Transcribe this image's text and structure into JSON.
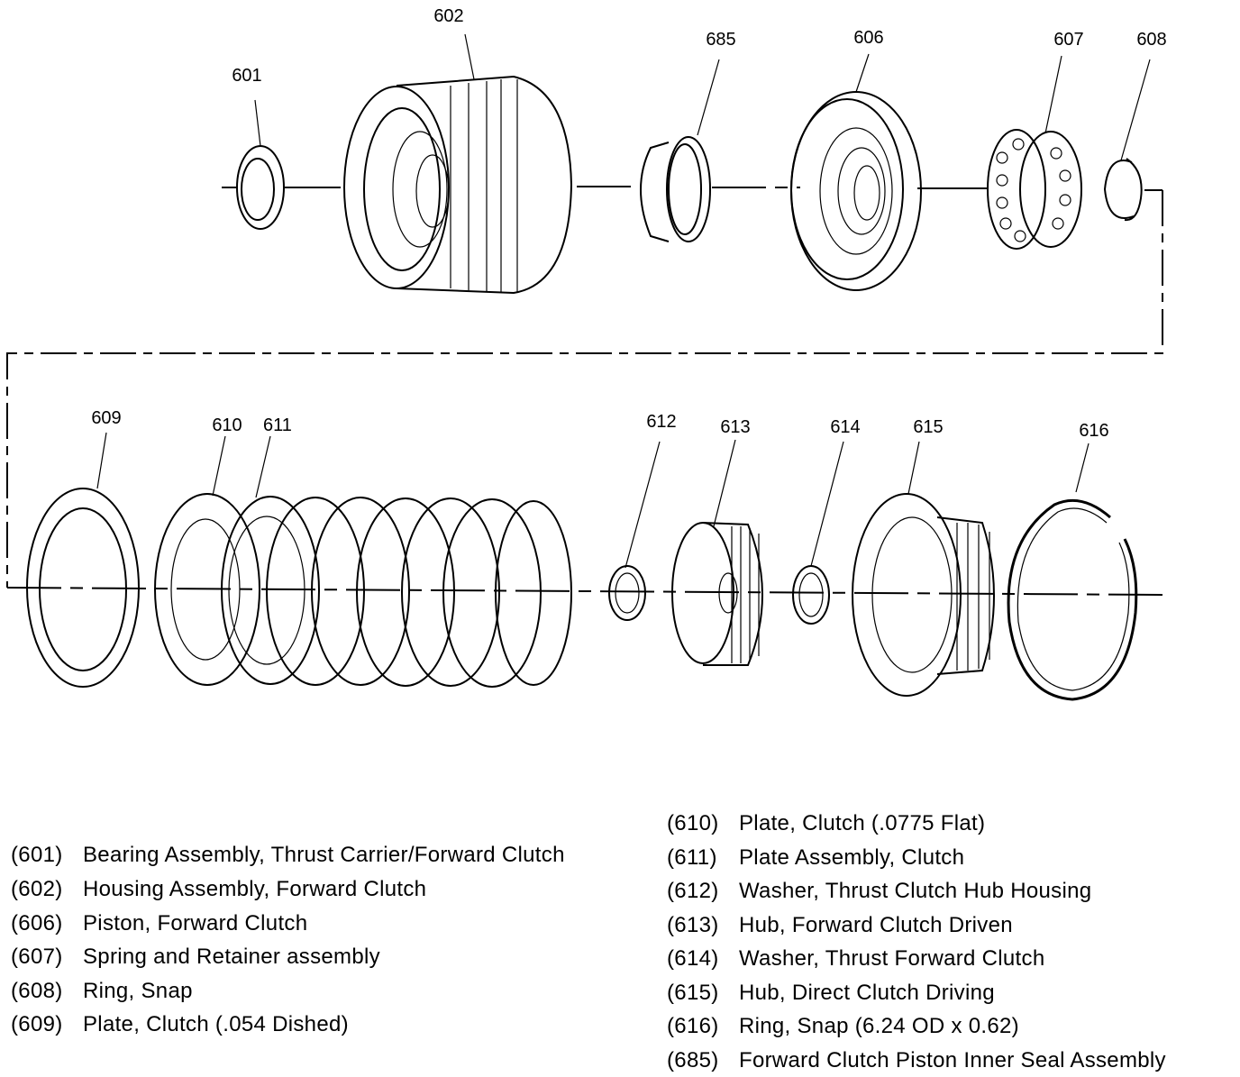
{
  "callouts": {
    "c601": "601",
    "c602": "602",
    "c685": "685",
    "c606": "606",
    "c607": "607",
    "c608": "608",
    "c609": "609",
    "c610": "610",
    "c611": "611",
    "c612": "612",
    "c613": "613",
    "c614": "614",
    "c615": "615",
    "c616": "616"
  },
  "legend_left": [
    {
      "num": "(601)",
      "desc": "Bearing Assembly, Thrust Carrier/Forward Clutch"
    },
    {
      "num": "(602)",
      "desc": "Housing Assembly, Forward Clutch"
    },
    {
      "num": "(606)",
      "desc": "Piston, Forward Clutch"
    },
    {
      "num": "(607)",
      "desc": "Spring and Retainer assembly"
    },
    {
      "num": "(608)",
      "desc": "Ring, Snap"
    },
    {
      "num": "(609)",
      "desc": "Plate, Clutch (.054 Dished)"
    }
  ],
  "legend_right": [
    {
      "num": "(610)",
      "desc": "Plate, Clutch (.0775 Flat)"
    },
    {
      "num": "(611)",
      "desc": "Plate Assembly, Clutch"
    },
    {
      "num": "(612)",
      "desc": "Washer, Thrust Clutch Hub Housing"
    },
    {
      "num": "(613)",
      "desc": "Hub, Forward Clutch Driven"
    },
    {
      "num": "(614)",
      "desc": "Washer, Thrust Forward Clutch"
    },
    {
      "num": "(615)",
      "desc": "Hub, Direct Clutch Driving"
    },
    {
      "num": "(616)",
      "desc": "Ring, Snap (6.24 OD x 0.62)"
    },
    {
      "num": "(685)",
      "desc": "Forward Clutch Piston Inner Seal Assembly"
    }
  ]
}
